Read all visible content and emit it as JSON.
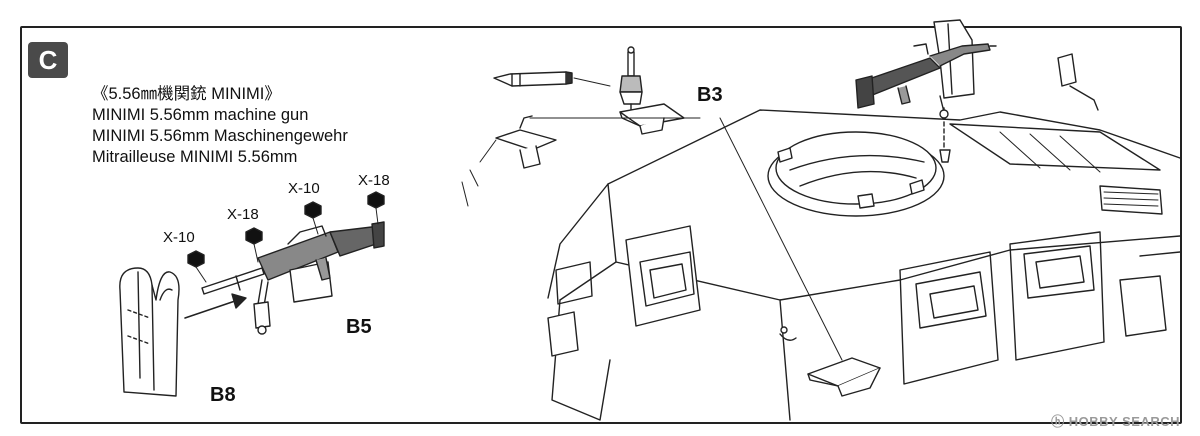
{
  "step": {
    "letter": "C"
  },
  "title": {
    "jp": "《5.56㎜機関銃 MINIMI》",
    "en": "MINIMI 5.56mm machine gun",
    "de": "MINIMI 5.56mm Maschinengewehr",
    "fr": "Mitrailleuse MINIMI 5.56mm"
  },
  "parts": {
    "b3": "B3",
    "b5": "B5",
    "b8": "B8"
  },
  "decals": {
    "x10_left": "X-10",
    "x18_left": "X-18",
    "x10_right": "X-10",
    "x18_right": "X-18"
  },
  "watermark": "HOBBY SEARCH"
}
